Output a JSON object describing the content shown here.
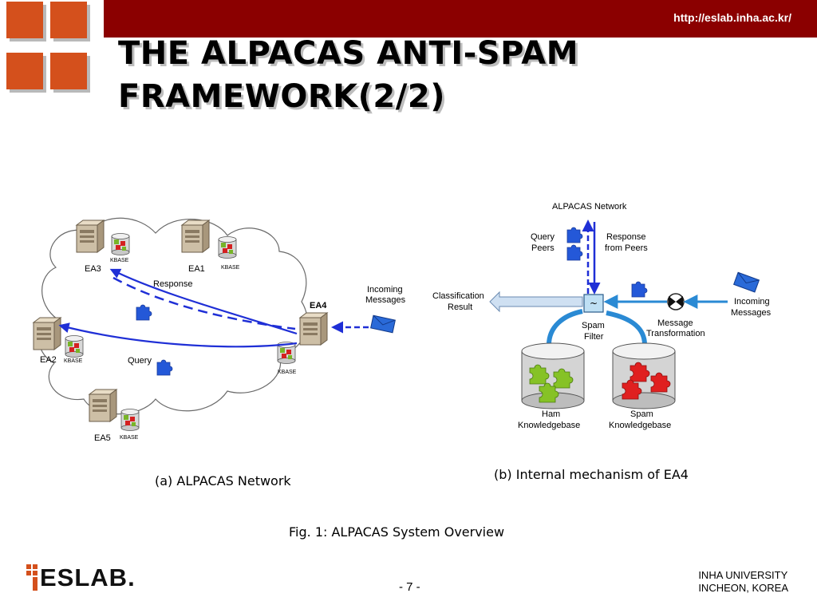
{
  "header": {
    "url": "http://eslab.inha.ac.kr/"
  },
  "slide": {
    "title_line1": "THE ALPACAS ANTI-SPAM",
    "title_line2": "FRAMEWORK(2/2)"
  },
  "network_figure": {
    "agents": [
      "EA3",
      "EA1",
      "EA4",
      "EA2",
      "EA5"
    ],
    "kbase_label": "KBASE",
    "response_label": "Response",
    "query_label": "Query",
    "incoming_line1": "Incoming",
    "incoming_line2": "Messages",
    "caption": "(a) ALPACAS Network"
  },
  "mechanism_figure": {
    "network_label": "ALPACAS Network",
    "query_peers_line1": "Query",
    "query_peers_line2": "Peers",
    "response_peers_line1": "Response",
    "response_peers_line2": "from Peers",
    "classification_line1": "Classification",
    "classification_line2": "Result",
    "spam_filter_line1": "Spam",
    "spam_filter_line2": "Filter",
    "transformation_line1": "Message",
    "transformation_line2": "Transformation",
    "incoming_line1": "Incoming",
    "incoming_line2": "Messages",
    "ham_kb_line1": "Ham",
    "ham_kb_line2": "Knowledgebase",
    "spam_kb_line1": "Spam",
    "spam_kb_line2": "Knowledgebase",
    "caption": "(b) Internal mechanism of EA4"
  },
  "figure_caption": "Fig. 1: ALPACAS System Overview",
  "footer": {
    "logo_text": "ESLAB.",
    "page_number": "- 7 -",
    "university_line1": "INHA UNIVERSITY",
    "university_line2": "INCHEON, KOREA"
  },
  "colors": {
    "header_bar": "#8b0000",
    "logo_orange": "#d4501c",
    "arrow_blue": "#1f2fd6",
    "light_blue": "#2a8ad4"
  }
}
